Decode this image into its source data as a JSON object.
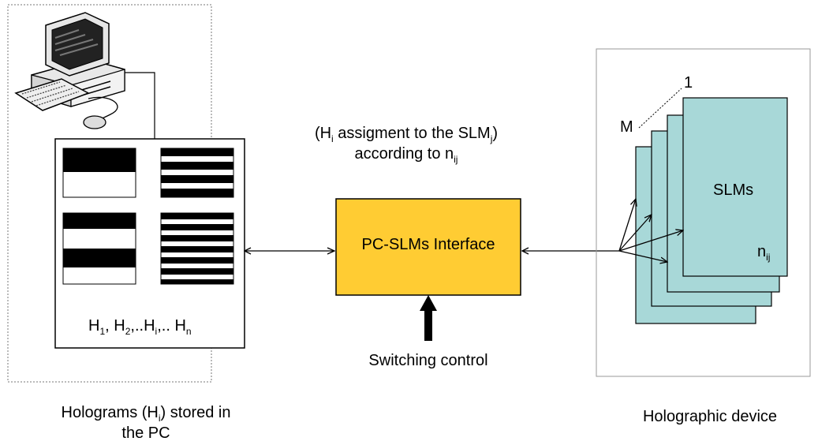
{
  "labels": {
    "hologram_series": {
      "h": "H",
      "s1": "1",
      "s2": "2",
      "si": "i",
      "sn": "n"
    },
    "assignment": {
      "l1a": "(H",
      "l1b": "i",
      "l1c": " assigment to the SLM",
      "l1d": "j",
      "l1e": ")",
      "l2a": "according to n",
      "l2b": "ij"
    },
    "interface": "PC-SLMs Interface",
    "switching": "Switching control",
    "slms": "SLMs",
    "n": "n",
    "n_sub": "ij",
    "m": "M",
    "one": "1",
    "holograms_caption": {
      "a": "Holograms (H",
      "b": "i",
      "c": ") stored in",
      "d": "the PC"
    },
    "device_caption": "Holographic device"
  },
  "colors": {
    "interface_fill": "#ffcc33",
    "slm_fill": "#a8d8d8",
    "border": "#000000",
    "panel_border": "#888888"
  },
  "icons": {
    "computer": "desktop-computer-icon"
  }
}
